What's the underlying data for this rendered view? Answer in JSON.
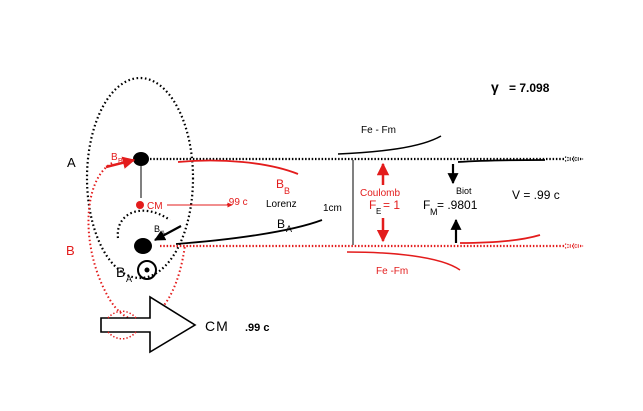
{
  "gamma": {
    "symbol": "γ",
    "value": "= 7.098"
  },
  "charges": {
    "a": "A",
    "b": "B"
  },
  "fields": {
    "bb_top_main": "B",
    "bb_top_sub": "B",
    "bb_red_main": "B",
    "bb_red_sub": "B",
    "ba_small_main": "B",
    "ba_small_sub": "A",
    "ba_bottom_main": "B",
    "ba_bottom_sub": "A",
    "ba_mid_main": "B",
    "ba_mid_sub": "A"
  },
  "cm": {
    "label": "CM",
    "velocity": ".99 c"
  },
  "lorenz": "Lorenz",
  "distance": "1cm",
  "coulomb": {
    "title": "Coulomb",
    "f": "F",
    "sub": "E",
    "eq": "= 1"
  },
  "biot": {
    "title": "Biot",
    "f": "F",
    "sub": "M",
    "eq": "= .9801"
  },
  "velocity_label": "V  = .99 c",
  "fe_fm_top": "Fe - Fm",
  "fe_fm_bottom": "Fe -Fm",
  "big_arrow": {
    "label": "CM",
    "velocity": ".99 c"
  },
  "colors": {
    "red": "#e31c1c",
    "black": "#000000"
  },
  "icons": [
    "out-of-page-symbol-icon",
    "big-arrow-icon"
  ]
}
